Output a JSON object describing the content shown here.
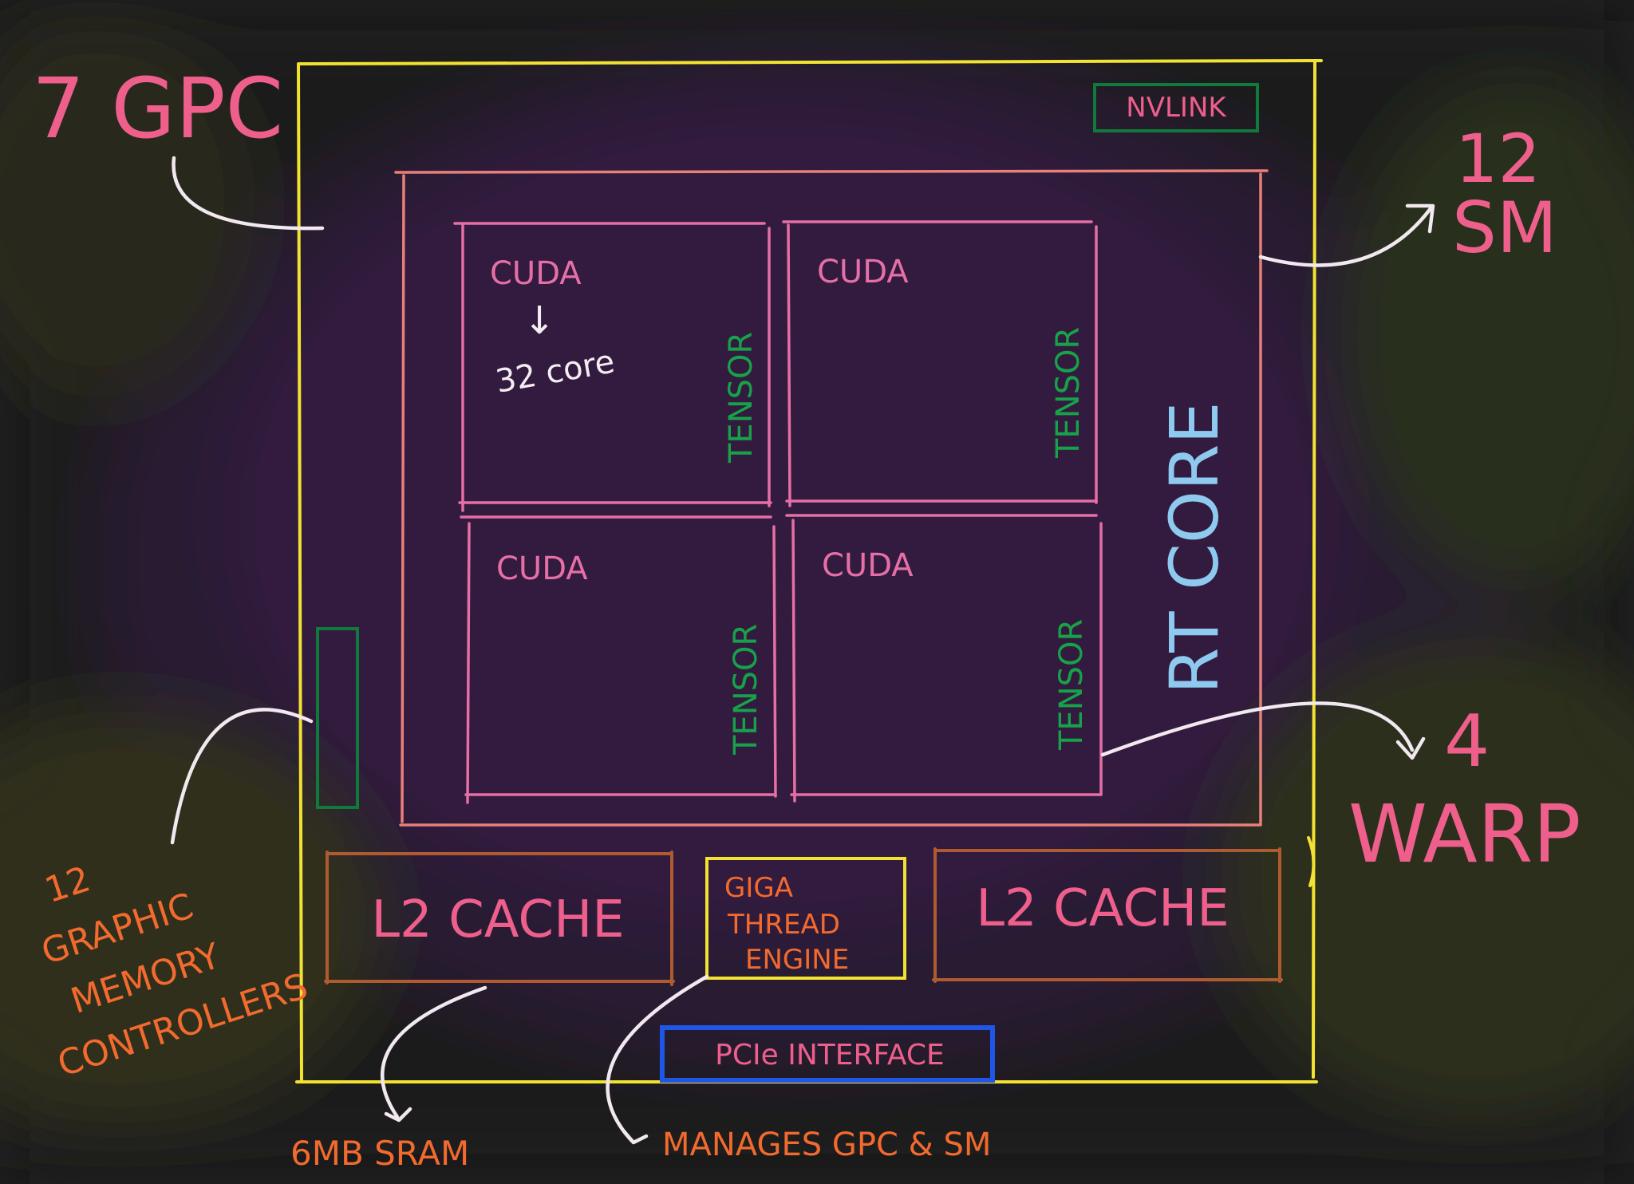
{
  "colors": {
    "background": "#1c1b1d",
    "gpu_frame": "#f2e231",
    "sm_frame": "#e8807a",
    "cuda_box": "#e56fa6",
    "tensor": "#17a24a",
    "rt_core": "#8ecaf0",
    "nvlink": "#0f7a3c",
    "l2": "#b05a32",
    "pcie": "#1f56e8",
    "annotation": "#f26a2e",
    "headline": "#ee5f8c",
    "arrow": "#f2e8f0"
  },
  "labels": {
    "gpc": "7 GPC",
    "sm_count": "12",
    "sm": "SM",
    "warp_count": "4",
    "warp": "WARP",
    "nvlink": "NVLINK",
    "rt_core": "RT CORE",
    "cuda": "CUDA",
    "tensor": "TENSOR",
    "cores_arrow": "↓",
    "cores": "32 core",
    "l2_left": "L2 CACHE",
    "l2_right": "L2 CACHE",
    "giga_1": "GIGA",
    "giga_2": "THREAD",
    "giga_3": "ENGINE",
    "pcie": "PCIe INTERFACE",
    "mem_1": "12",
    "mem_2": "GRAPHIC",
    "mem_3": "MEMORY",
    "mem_4": "CONTROLLERS",
    "sram": "6MB SRAM",
    "manages": "MANAGES GPC & SM"
  }
}
